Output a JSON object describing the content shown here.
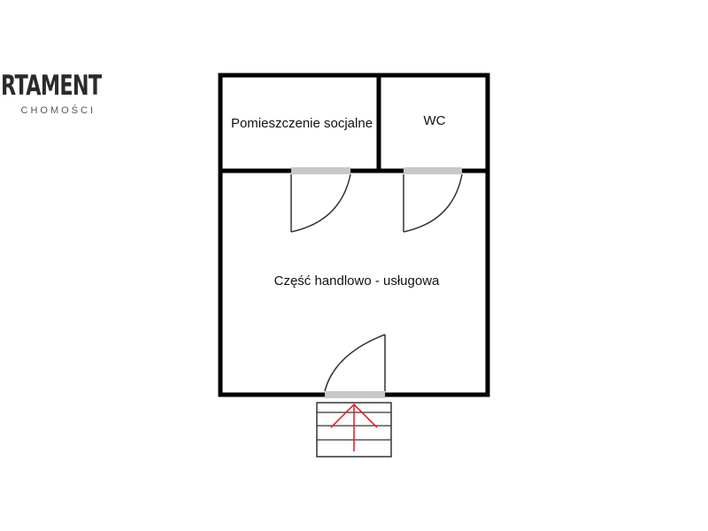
{
  "logo": {
    "main": "RTAMENT",
    "sub": "CHOMOŚCI"
  },
  "floor_plan": {
    "rooms": {
      "social_room": "Pomieszczenie socjalne",
      "wc": "WC",
      "sales_area": "Część handlowo - usługowa"
    }
  },
  "colors": {
    "wall": "#000000",
    "door_opening": "#c8c8c8",
    "entrance_arrow": "#e0262b",
    "stairs": "#333333",
    "logo": "#2b2b2b"
  },
  "icons": {
    "entrance": "entrance-arrow-icon",
    "door": "door-swing-icon"
  }
}
